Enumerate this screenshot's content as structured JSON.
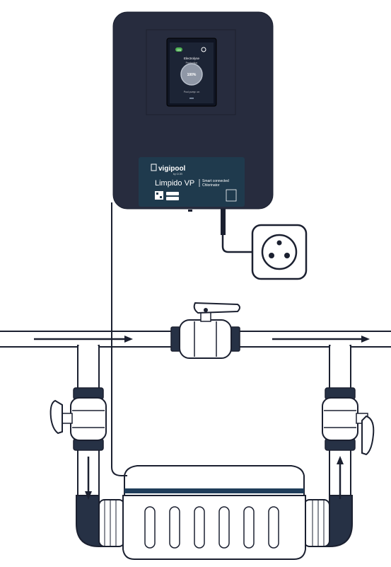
{
  "controller": {
    "brand": "vigipool",
    "brand_sub": "by CCEI",
    "model": "Limpido VP",
    "tagline_line1": "Smart connected",
    "tagline_line2": "Chlorinator",
    "screen": {
      "status_badge": "ON",
      "title": "Electrolyse",
      "subtitle": "Production",
      "gauge_value": "100%",
      "footer": "Pool pump: on"
    }
  },
  "colors": {
    "controller_body": "#272c3e",
    "pipe_outline": "#1b2030",
    "pipe_fill": "#ffffff",
    "valve_band": "#1f3a4d",
    "cell_stripe": "#1f3d5a"
  },
  "icons": [
    "power-socket-icon",
    "flow-arrow-icon",
    "ball-valve-icon"
  ]
}
